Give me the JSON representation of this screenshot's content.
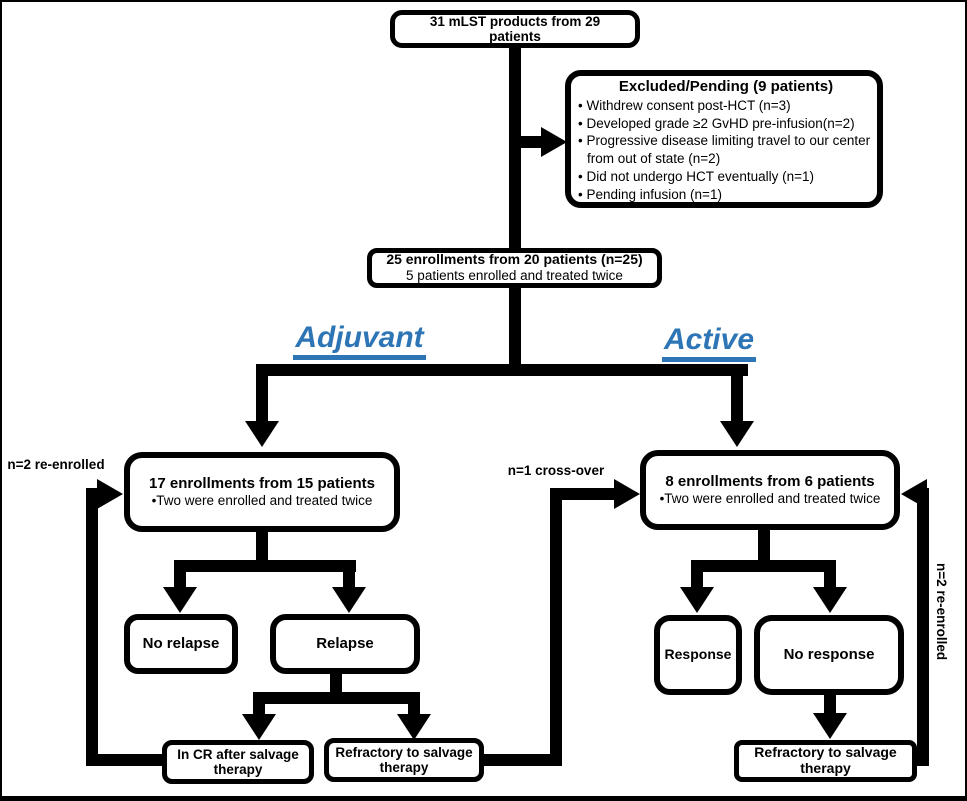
{
  "diagram": {
    "accent_color": "#2E75B6",
    "top_node": "31 mLST products from 29 patients",
    "excluded": {
      "title": "Excluded/Pending (9 patients)",
      "bullets": [
        "• Withdrew consent post-HCT (n=3)",
        "• Developed grade ≥2 GvHD pre-infusion(n=2)",
        "• Progressive disease limiting travel to our center from out of state (n=2)",
        "• Did not undergo HCT eventually (n=1)",
        "• Pending infusion (n=1)"
      ]
    },
    "enrollments": {
      "headline": "25 enrollments from 20 patients (n=25)",
      "subline": "5 patients enrolled and treated twice"
    },
    "branches": {
      "left_label": "Adjuvant",
      "right_label": "Active"
    },
    "adjuvant": {
      "enrollments_headline": "17 enrollments from 15 patients",
      "enrollments_bullet": "•Two were enrolled and treated twice",
      "no_relapse": "No relapse",
      "relapse": "Relapse",
      "cr_salvage": "In CR after salvage therapy",
      "refractory": "Refractory to salvage therapy",
      "reenrolled_label": "n=2 re-enrolled"
    },
    "active": {
      "enrollments_headline": "8 enrollments from 6 patients",
      "enrollments_bullet": "•Two were enrolled and treated twice",
      "response": "Response",
      "no_response": "No response",
      "refractory": "Refractory to salvage therapy",
      "reenrolled_label": "n=2 re-enrolled"
    },
    "crossover_label": "n=1 cross-over"
  }
}
